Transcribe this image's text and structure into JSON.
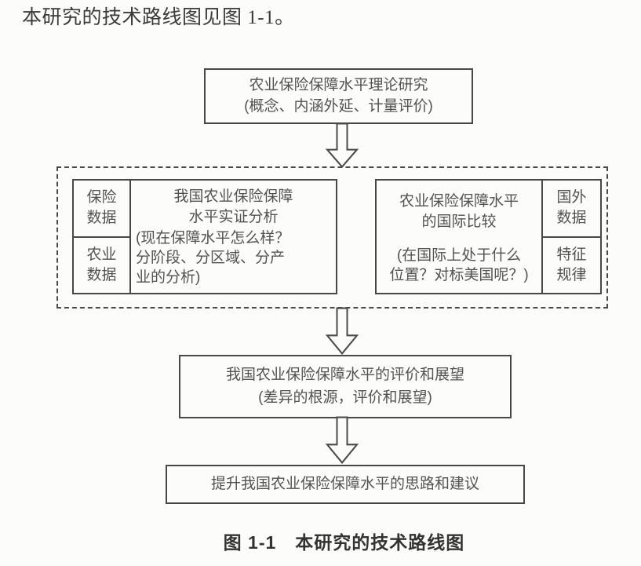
{
  "page": {
    "intro_text": "本研究的技术路线图见图 1-1。",
    "caption": "图 1-1　本研究的技术路线图"
  },
  "flowchart": {
    "theory_box": {
      "text": "农业保险保障水平理论研究\n(概念、内涵外延、计量评价)"
    },
    "empirical_group": {
      "data_source_top": "保险\n数据",
      "data_source_bottom": "农业\n数据",
      "title": "我国农业保险保障\n水平实证分析",
      "subtitle": "(现在保障水平怎么样？\n分阶段、分区域、分产\n业的分析)"
    },
    "international_group": {
      "title": "农业保险保障水平\n的国际比较",
      "subtitle": "(在国际上处于什么\n位置？对标美国呢？)",
      "data_source_top": "国外\n数据",
      "data_source_bottom": "特征\n规律"
    },
    "evaluation_box": {
      "text": "我国农业保险保障水平的评价和展望\n(差异的根源，评价和展望)"
    },
    "proposal_box": {
      "text": "提升我国农业保险保障水平的思路和建议"
    },
    "colors": {
      "stroke": "#484848",
      "text": "#525252",
      "background": "#fcfcfa"
    }
  }
}
